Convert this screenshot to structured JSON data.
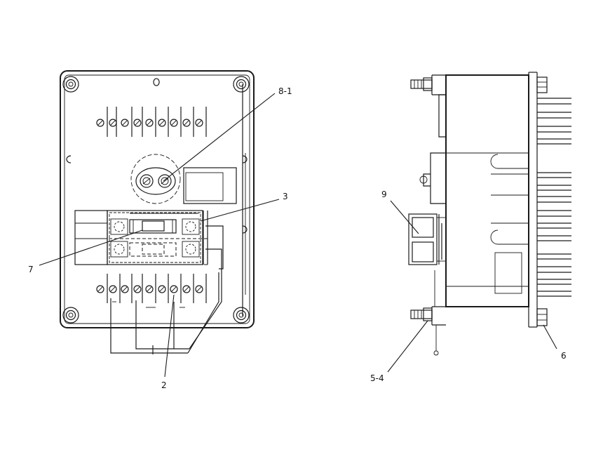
{
  "callouts": {
    "c_8_1": "8-1",
    "c_3": "3",
    "c_7": "7",
    "c_2": "2",
    "c_9": "9",
    "c_5_4": "5-4",
    "c_6": "6"
  },
  "colors": {
    "line": "#1a1a1a",
    "background": "#ffffff"
  }
}
